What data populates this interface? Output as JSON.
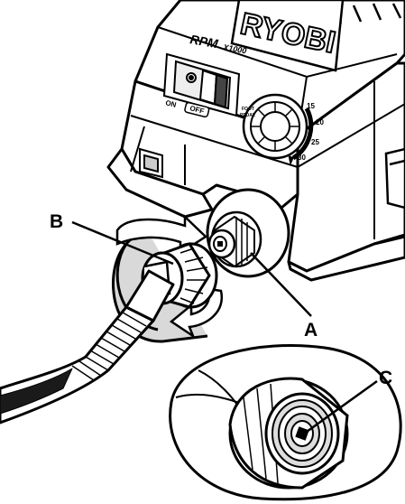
{
  "brand": {
    "logo_text": "RYOBI",
    "model_prefix": "RPM",
    "model_suffix": "X1000"
  },
  "switch": {
    "on_label": "ON",
    "off_label": "OFF"
  },
  "dial": {
    "marks": [
      "15",
      "20",
      "25",
      "30"
    ],
    "pedal_label_1": "FOOT",
    "pedal_label_2": "PEDAL"
  },
  "callouts": {
    "a": "A",
    "b": "B",
    "c": "C"
  }
}
